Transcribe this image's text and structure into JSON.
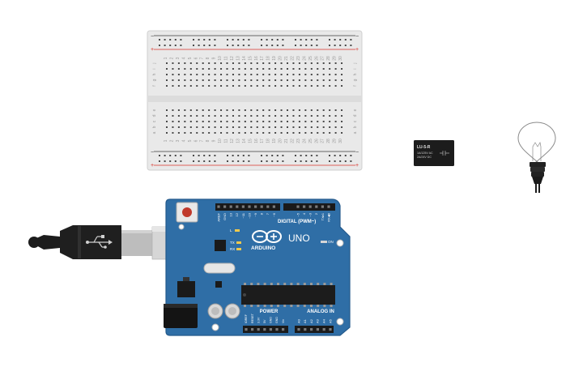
{
  "breadboard": {
    "columns": [
      "1",
      "2",
      "3",
      "4",
      "5",
      "6",
      "7",
      "8",
      "9",
      "10",
      "11",
      "12",
      "13",
      "14",
      "15",
      "16",
      "17",
      "18",
      "19",
      "20",
      "21",
      "22",
      "23",
      "24",
      "25",
      "26",
      "27",
      "28",
      "29",
      "30"
    ],
    "rows_top": [
      "j",
      "i",
      "h",
      "g",
      "f"
    ],
    "rows_bottom": [
      "e",
      "d",
      "c",
      "b",
      "a"
    ],
    "rail_minus": "−",
    "rail_plus": "+",
    "colors": {
      "body": "#e9e9e9",
      "red_rail": "#d9332b",
      "dark_rail": "#3a3a3a",
      "hole": "#4a4a4a"
    }
  },
  "relay": {
    "model": "LU-5-R",
    "spec_ac": "1A/125V AC",
    "spec_dc": "2A/24V DC",
    "color": "#1c1c1c"
  },
  "bulb": {
    "icon": "lightbulb-icon"
  },
  "arduino": {
    "brand": "ARDUINO",
    "model": "UNO",
    "digital_label": "DIGITAL (PWM~)",
    "power_label": "POWER",
    "analog_label": "ANALOG IN",
    "on_label": "ON",
    "led_l": "L",
    "led_tx": "TX",
    "led_rx": "RX",
    "digital_pins": [
      "AREF",
      "GND",
      "13",
      "12",
      "~11",
      "~10",
      "~9",
      "8",
      "7",
      "~6",
      "~5",
      "4",
      "~3",
      "2",
      "TX▸1",
      "RX◀0"
    ],
    "power_pins": [
      "IOREF",
      "RESET",
      "3.3V",
      "5V",
      "GND",
      "GND",
      "Vin"
    ],
    "analog_pins": [
      "A0",
      "A1",
      "A2",
      "A3",
      "A4",
      "A5"
    ],
    "colors": {
      "board": "#2f6ea6",
      "board_dark": "#245a8c",
      "header": "#1a1a1a"
    }
  },
  "usb_cable": {
    "icon": "usb-cable-icon"
  }
}
